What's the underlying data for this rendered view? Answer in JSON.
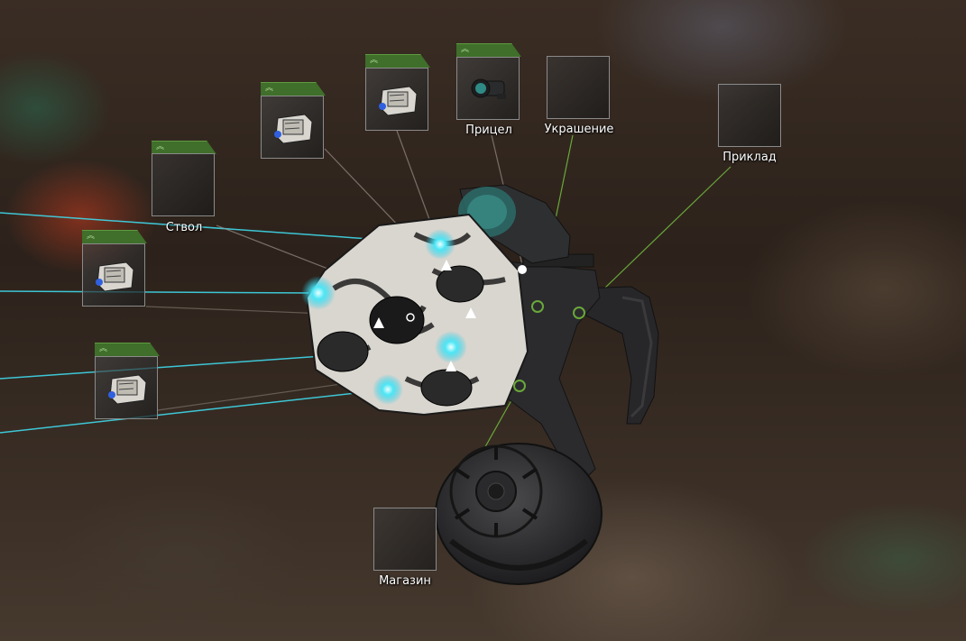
{
  "slots": {
    "barrel": {
      "label": "Ствол"
    },
    "sight": {
      "label": "Прицел"
    },
    "decor": {
      "label": "Украшение"
    },
    "stock": {
      "label": "Приклад"
    },
    "magazine": {
      "label": "Магазин"
    }
  },
  "item_icons": {
    "tactical_device": "tactical-device-icon",
    "scope": "scope-icon"
  },
  "colors": {
    "laser": "#3fd8ea",
    "link_green": "#6aa83a",
    "link_gray": "#9a9088",
    "tab_green": "#3f6f2a"
  }
}
